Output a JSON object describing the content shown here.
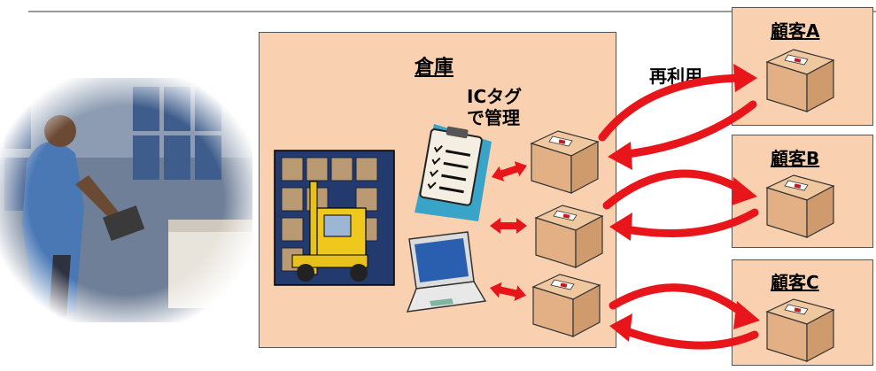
{
  "warehouse": {
    "title": "倉庫"
  },
  "ic_tag_label": [
    "ICタグ",
    "で管理"
  ],
  "reuse_label": "再利用",
  "customers": [
    {
      "name": "顧客A"
    },
    {
      "name": "顧客B"
    },
    {
      "name": "顧客C"
    }
  ],
  "colors": {
    "panel_fill": "#fad1b0",
    "arrow_red": "#e8161b",
    "box": "#e2b084",
    "clipboard_bg": "#3aa3c8"
  }
}
